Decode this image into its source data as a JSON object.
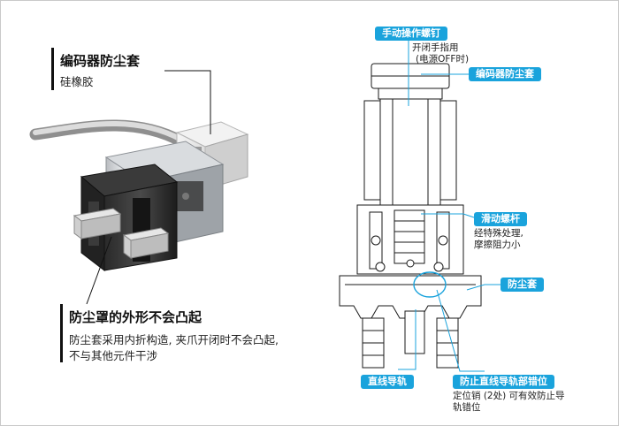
{
  "left": {
    "encoder_cover_title": "编码器防尘套",
    "encoder_cover_material": "硅橡胶",
    "dust_cover_title": "防尘罩的外形不会凸起",
    "dust_cover_desc_1": "防尘套采用内折构造, 夹爪开闭时不会凸起,",
    "dust_cover_desc_2": "不与其他元件干涉"
  },
  "right": {
    "manual_screw": "手动操作螺钉",
    "manual_note_1": "开闭手指用",
    "manual_note_2": "(电源OFF时)",
    "encoder_cover": "编码器防尘套",
    "slide_screw": "滑动螺杆",
    "slide_note_1": "经特殊处理,",
    "slide_note_2": "摩擦阻力小",
    "dust_cover": "防尘套",
    "linear_guide": "直线导轨",
    "anti_misalign": "防止直线导轨部错位",
    "anti_note_1": "定位销 (2处) 可有效防止导",
    "anti_note_2": "轨错位"
  },
  "colors": {
    "accent": "#1aa3dc",
    "line": "#1a1a1a"
  }
}
